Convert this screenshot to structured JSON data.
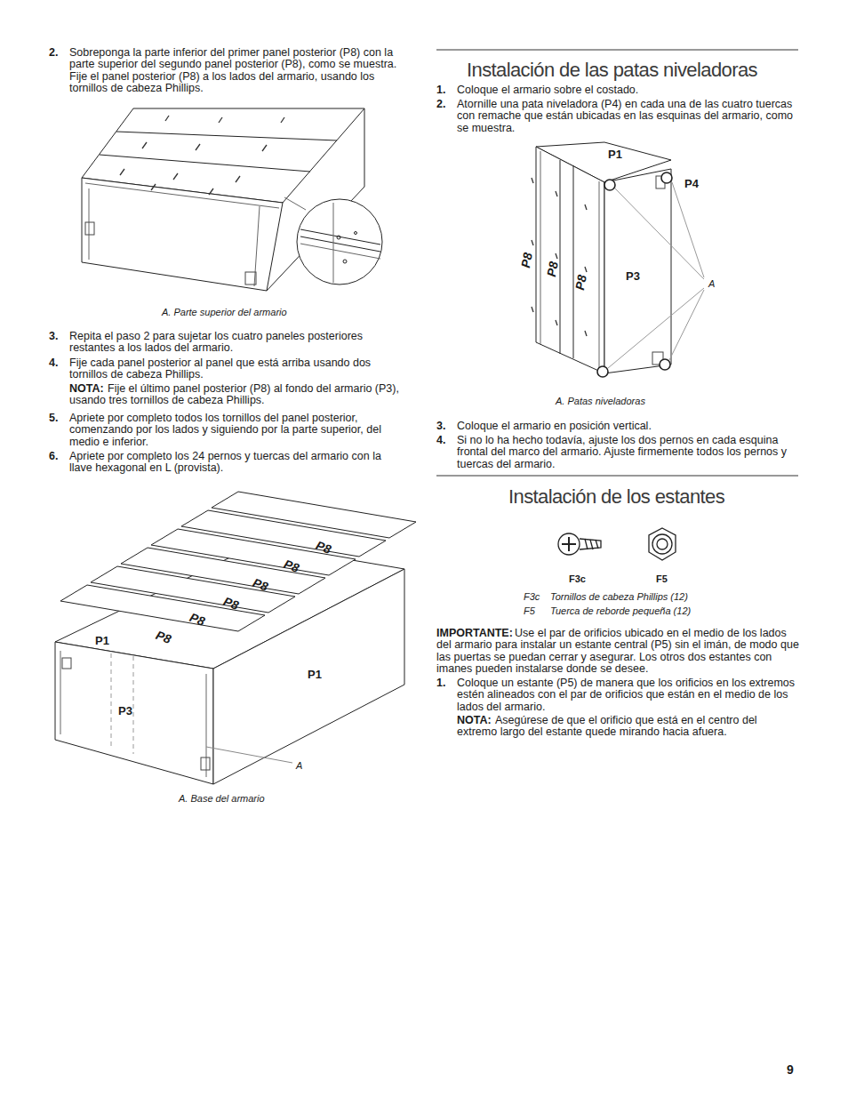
{
  "diagram": {
    "labels": [
      "2.",
      "Sobreponga la parte inferior del primer panel posterior (P8) con la parte superior del segundo panel posterior (P8), como se muestra. Fije el panel posterior (P8) a los lados del armario, usando los tornillos de cabeza Phillips.",
      "A. Parte superior del armario",
      "3.",
      "Repita el paso 2 para sujetar los cuatro paneles posteriores restantes a los lados del armario.",
      "4.",
      "Fije cada panel posterior al panel que está arriba usando dos tornillos de cabeza Phillips.",
      "NOTA:",
      "Fije el último panel posterior (P8) al fondo del armario (P3), usando tres tornillos de cabeza Phillips.",
      "5.",
      "Apriete por completo todos los tornillos del panel posterior, comenzando por los lados y siguiendo por la parte superior, del medio e inferior.",
      "6.",
      "Apriete por completo los 24 pernos y tuercas del armario con la llave hexagonal en L (provista).",
      "P8",
      "P8",
      "P8",
      "P8",
      "P8",
      "P8",
      "P1",
      "P1",
      "P3",
      "A",
      "A. Base del armario",
      "Instalación de las patas niveladoras",
      "1.",
      "Coloque el armario sobre el costado.",
      "2.",
      "Atornille una pata niveladora (P4) en cada una de las cuatro tuercas con remache que están ubicadas en las esquinas del armario, como se muestra.",
      "P1",
      "P4",
      "P3",
      "A",
      "P8",
      "P8",
      "P8",
      "A. Patas niveladoras",
      "3.",
      "Coloque el armario en posición vertical.",
      "4.",
      "Si no lo ha hecho todavía, ajuste los dos pernos en cada esquina frontal del marco del armario. Ajuste firmemente todos los pernos y tuercas del armario.",
      "Instalación de los estantes",
      "F3c",
      "F5",
      "F3c",
      "Tornillos de cabeza Phillips (12)",
      "F5",
      "Tuerca de reborde pequeña (12)",
      "IMPORTANTE:",
      "Use el par de orificios ubicado en el medio de los lados del armario para instalar un estante central (P5) sin el imán, de modo que las puertas se puedan cerrar y asegurar. Los otros dos estantes con imanes pueden instalarse donde se desee.",
      "1.",
      "Coloque un estante (P5) de manera que los orificios en los extremos estén alineados con el par de orificios que están en el medio de los lados del armario.",
      "NOTA:",
      "Asegúrese de que el orificio que está en el centro del extremo largo del estante quede mirando hacia afuera.",
      "9"
    ]
  }
}
